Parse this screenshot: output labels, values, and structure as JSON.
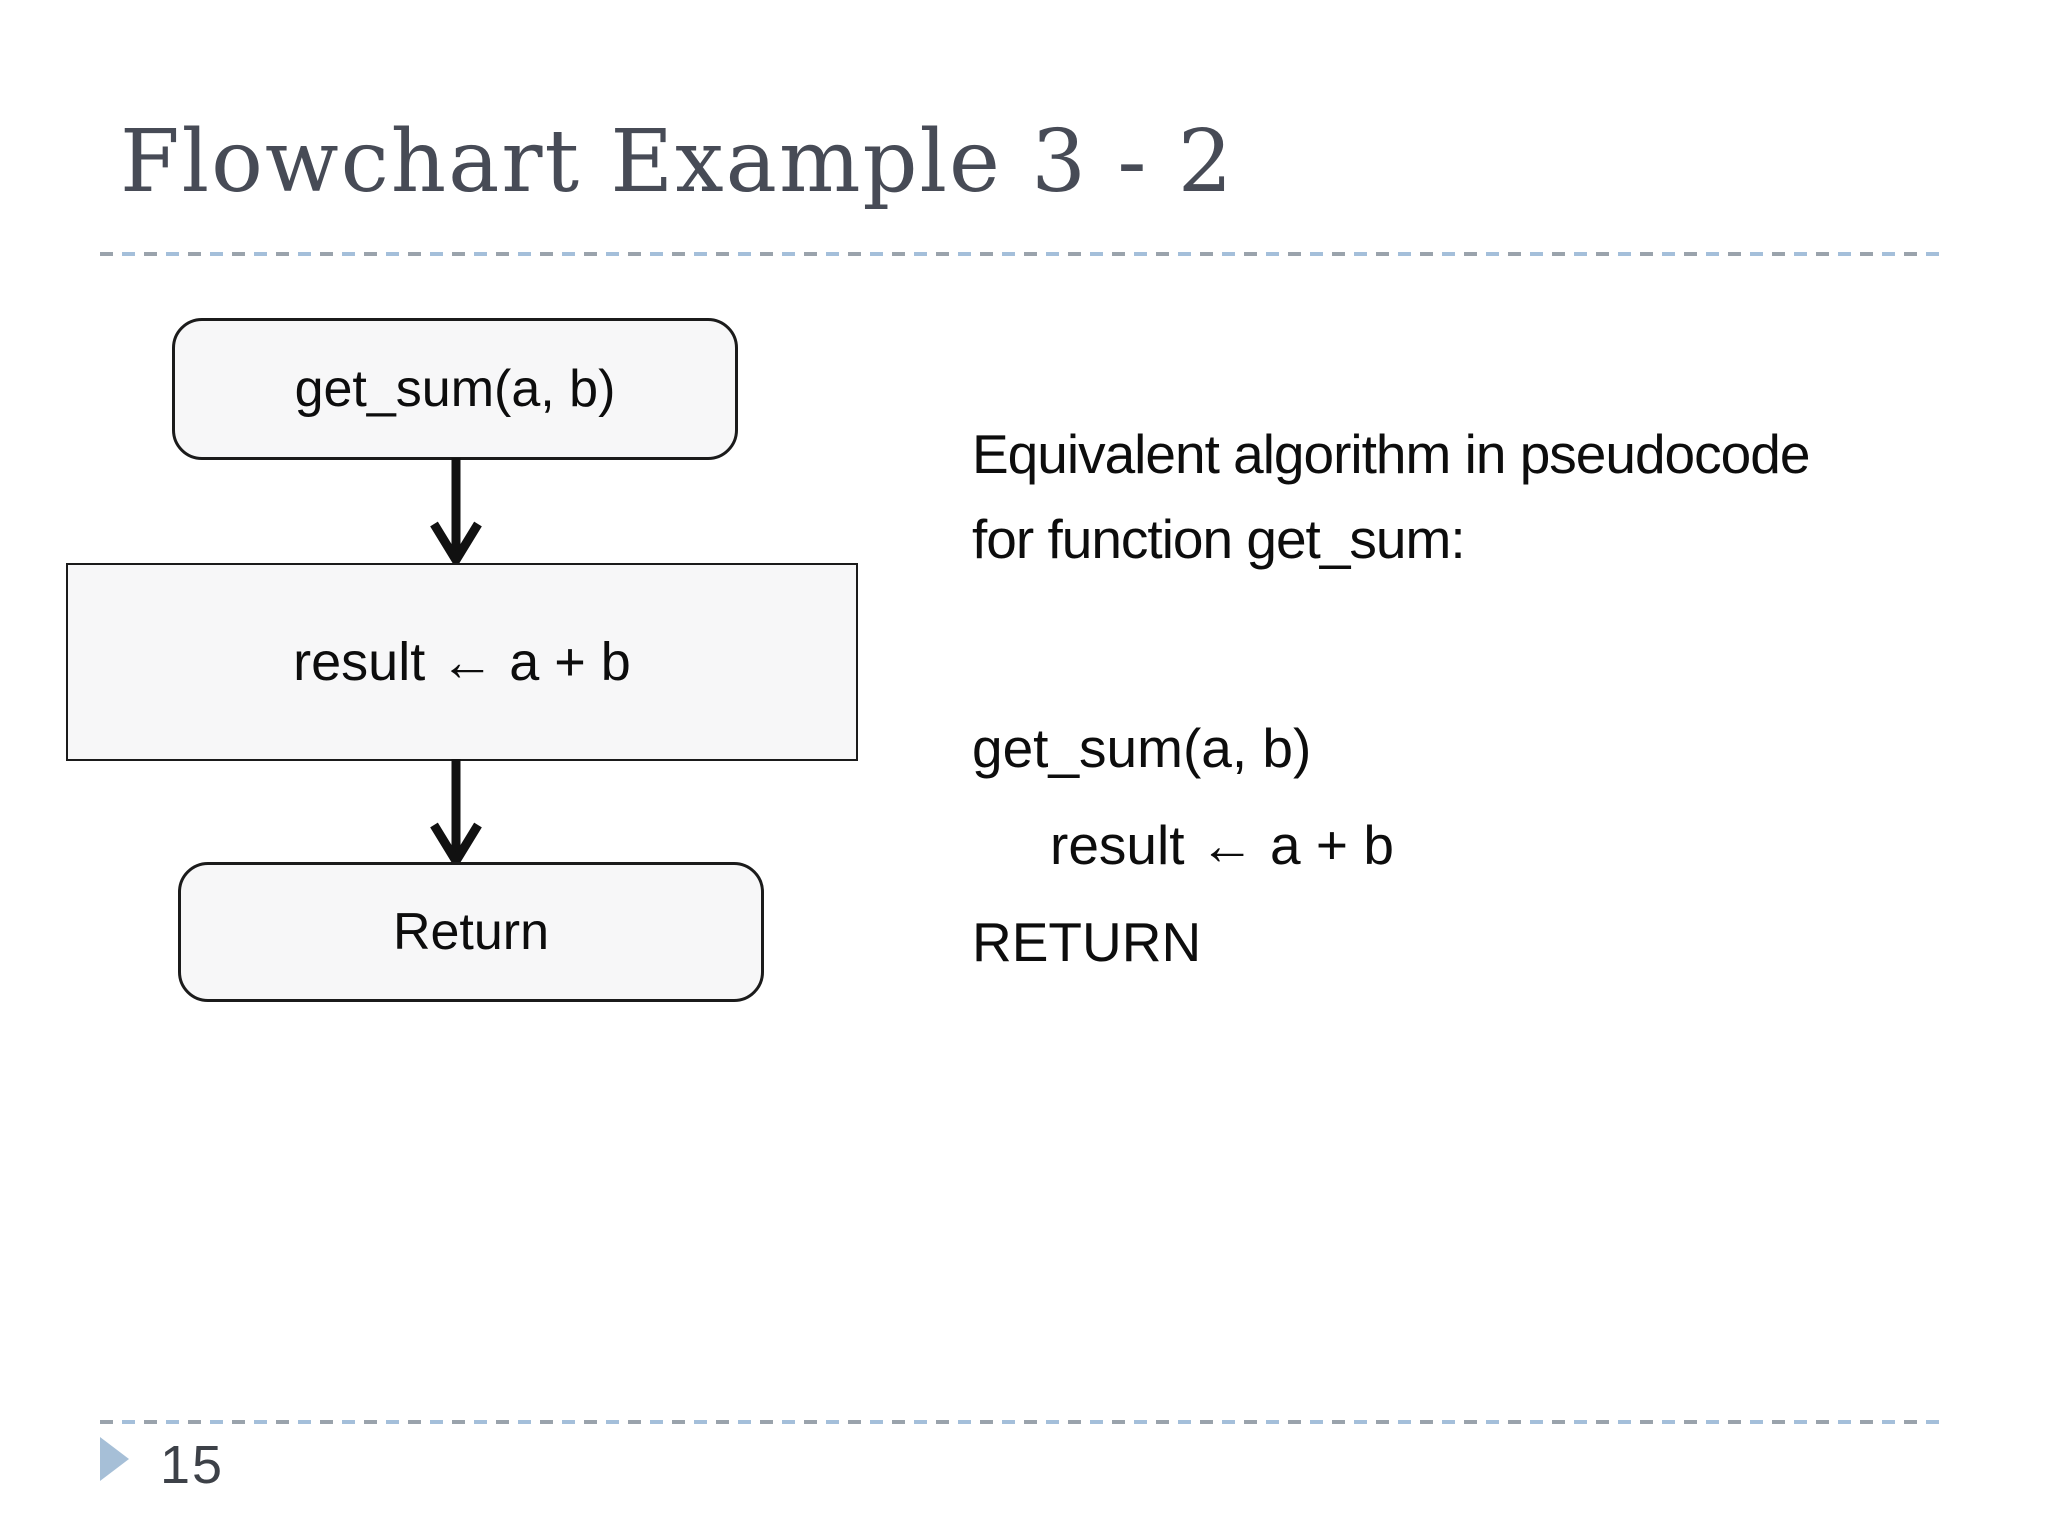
{
  "slide": {
    "title": "Flowchart Example 3 - 2",
    "page_number": "15"
  },
  "flowchart": {
    "start_label": "get_sum(a, b)",
    "process_label": "result ← a + b",
    "return_label": "Return"
  },
  "pseudocode": {
    "intro_line1": "Equivalent algorithm in pseudocode",
    "intro_line2": "for function get_sum:",
    "lines": [
      "get_sum(a, b)",
      "result ← a + b",
      "RETURN"
    ]
  },
  "colors": {
    "title_text": "#474b56",
    "body_text": "#0d0d0d",
    "box_fill": "#f7f7f8",
    "box_border": "#1b1b1b",
    "dash_gray": "#9aa3ac",
    "dash_blue": "#a4bfda",
    "footer_triangle": "#a6bfd7"
  }
}
